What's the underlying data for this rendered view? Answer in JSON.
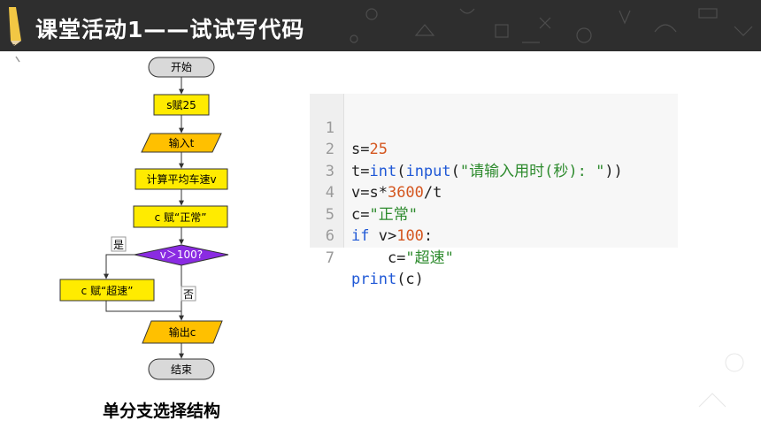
{
  "header": {
    "title": "课堂活动1——试试写代码"
  },
  "flowchart": {
    "start": "开始",
    "assign_s": "s赋25",
    "input_t": "输入t",
    "compute_v": "计算平均车速v",
    "assign_c_normal": "c 赋“正常”",
    "condition": "v＞100?",
    "assign_c_fast": "c 赋“超速”",
    "output_c": "输出c",
    "end": "结束",
    "yes_label": "是",
    "no_label": "否"
  },
  "caption": "单分支选择结构",
  "code": {
    "line_numbers": [
      "1",
      "2",
      "3",
      "4",
      "5",
      "6",
      "7"
    ],
    "lines": [
      "s=25",
      "t=int(input(\"请输入用时(秒): \"))",
      "v=s*3600/t",
      "c=\"正常\"",
      "if v>100:",
      "    c=\"超速\"",
      "print(c)"
    ]
  },
  "colors": {
    "header_bg": "#2e2e2e",
    "process_fill": "#ffeb00",
    "io_fill": "#ffc000",
    "decision_fill": "#8a2be2",
    "terminal_fill": "#d9d9d9"
  }
}
